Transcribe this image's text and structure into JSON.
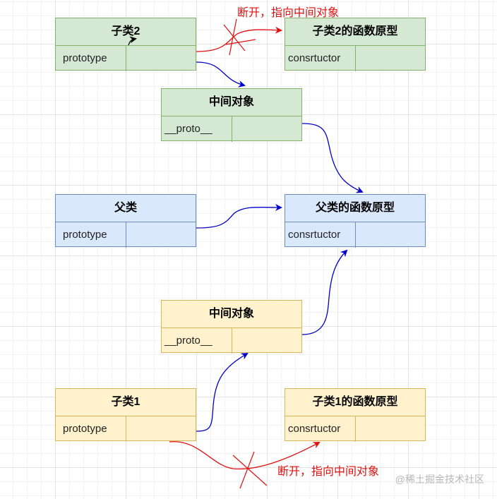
{
  "nodes": {
    "child2": {
      "title": "子类2",
      "field": "prototype"
    },
    "child2_proto": {
      "title": "子类2的函数原型",
      "field": "consrtuctor"
    },
    "mid_top": {
      "title": "中间对象",
      "field": "__proto__"
    },
    "parent": {
      "title": "父类",
      "field": "prototype"
    },
    "parent_proto": {
      "title": "父类的函数原型",
      "field": "consrtuctor"
    },
    "mid_bottom": {
      "title": "中间对象",
      "field": "__proto__"
    },
    "child1": {
      "title": "子类1",
      "field": "prototype"
    },
    "child1_proto": {
      "title": "子类1的函数原型",
      "field": "consrtuctor"
    }
  },
  "annotations": {
    "break_top": "断开，指向中间对象",
    "break_bottom": "断开，指向中间对象"
  },
  "watermark": "@稀土掘金技术社区",
  "colors": {
    "green_fill": "#d5e8d4",
    "green_border": "#82b366",
    "blue_fill": "#dae8fc",
    "blue_border": "#6c8ebf",
    "yellow_fill": "#fff2cc",
    "yellow_border": "#d6b656",
    "link_blue": "#0000cc",
    "link_red": "#e01010"
  }
}
